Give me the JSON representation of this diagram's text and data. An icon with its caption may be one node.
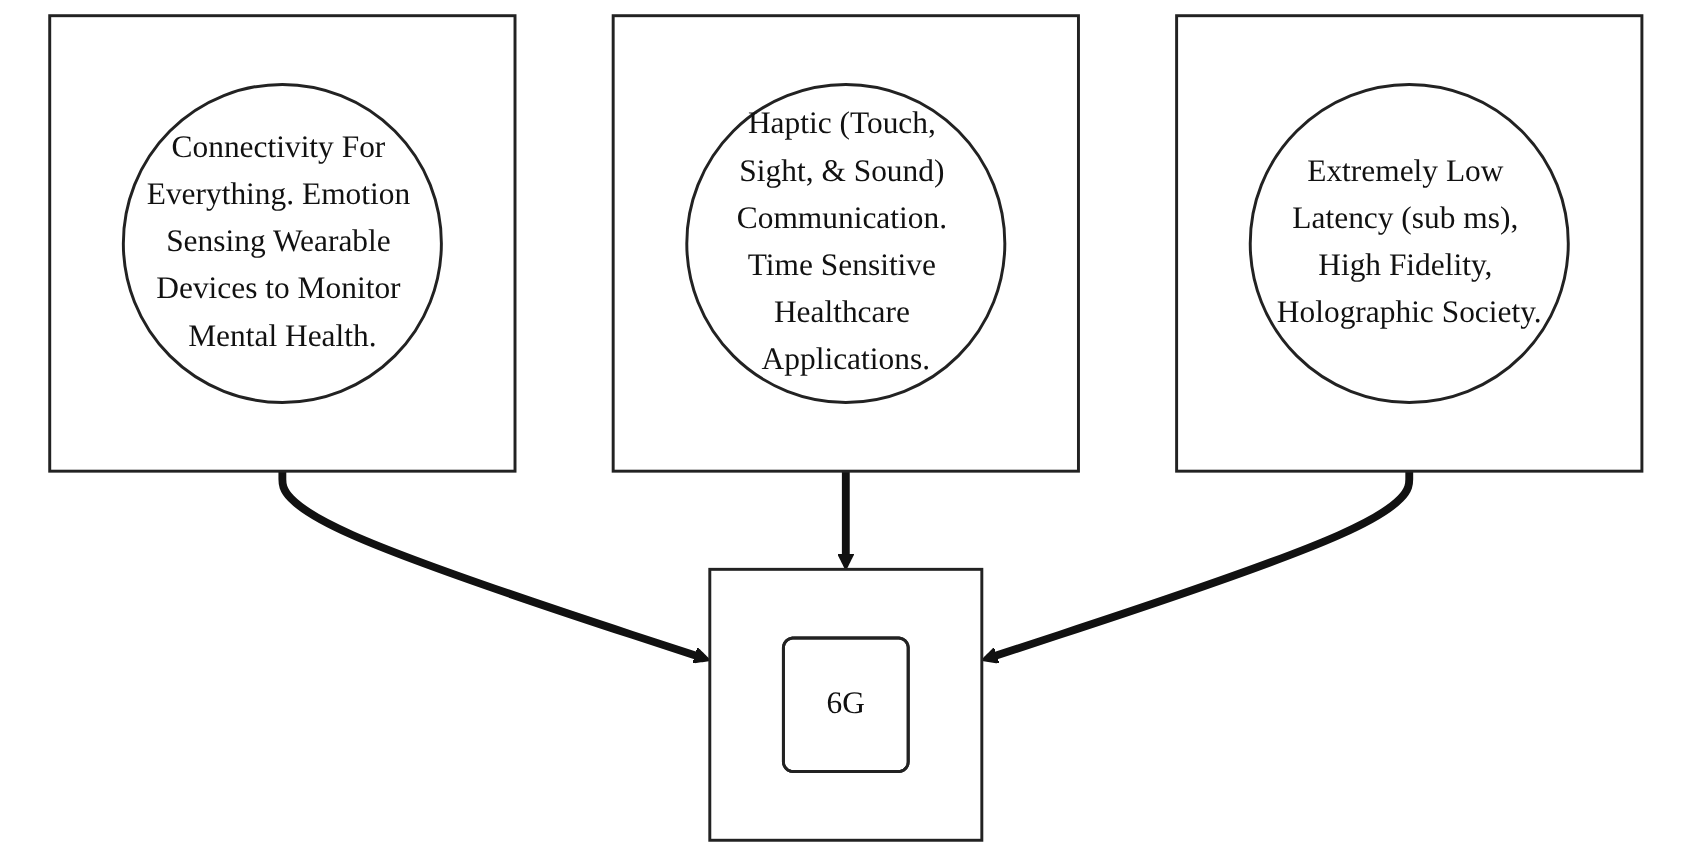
{
  "diagram": {
    "nodes": [
      {
        "text": [],
        "shape": "box"
      },
      {
        "text": [
          "Connectivity For Everything. Emotion Sensing Wearable Devices to Monitor Mental Health."
        ],
        "in": 0
      },
      {
        "text": [],
        "shape": "box"
      },
      {
        "text": [
          "Haptic (Touch, Sight, & Sound) Communication. Time Sensitive Healthcare Applications."
        ],
        "in": 2
      },
      {
        "text": [],
        "shape": "box"
      },
      {
        "text": [
          "6G"
        ],
        "in": 4
      },
      {
        "text": [],
        "shape": "box"
      },
      {
        "text": [
          "Extremely Low Latency (sub ms), High Fidelity, Holographic Society."
        ],
        "in": 6
      }
    ],
    "edges": [
      {
        "from": 0,
        "to": 4,
        "arrow": "to"
      },
      {
        "from": 2,
        "to": 4,
        "arrow": "to"
      },
      {
        "from": 6,
        "to": 4,
        "arrow": "to"
      }
    ]
  }
}
